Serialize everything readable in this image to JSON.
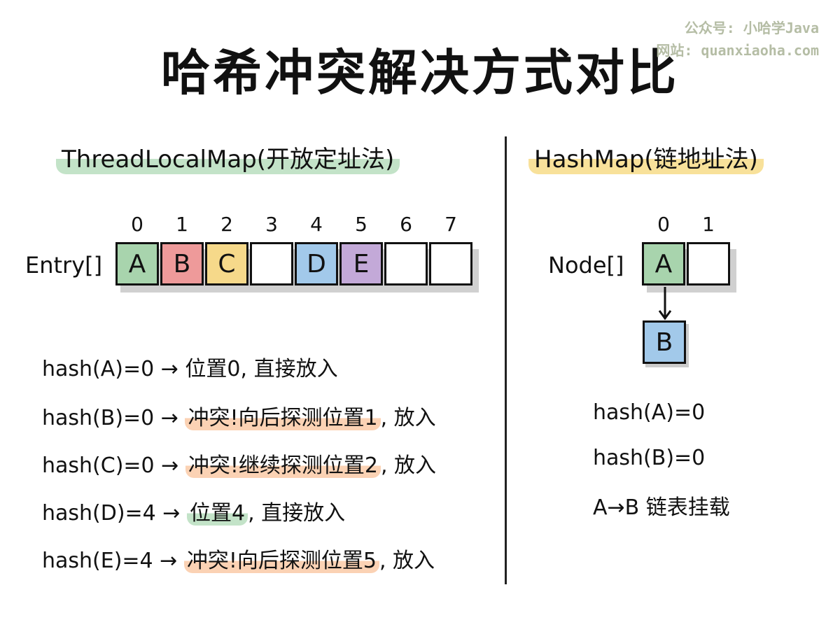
{
  "title": "哈希冲突解决方式对比",
  "watermark": {
    "line1": "公众号: 小哈学Java",
    "line2": "网站: quanxiaoha.com"
  },
  "left": {
    "subtitle": "ThreadLocalMap(开放定址法)",
    "array_label": "Entry[]",
    "indices": [
      "0",
      "1",
      "2",
      "3",
      "4",
      "5",
      "6",
      "7"
    ],
    "cells": [
      {
        "v": "A",
        "color": "#a8d4ad"
      },
      {
        "v": "B",
        "color": "#ee9a9a"
      },
      {
        "v": "C",
        "color": "#f6d98a"
      },
      {
        "v": "",
        "color": "#ffffff"
      },
      {
        "v": "D",
        "color": "#a2c9ea"
      },
      {
        "v": "E",
        "color": "#c3a9d8"
      },
      {
        "v": "",
        "color": "#ffffff"
      },
      {
        "v": "",
        "color": "#ffffff"
      }
    ],
    "lines": [
      {
        "pre": "hash(A)=0 → ",
        "hl": "",
        "post": "位置0, 直接放入",
        "hlcolor": ""
      },
      {
        "pre": "hash(B)=0 → ",
        "hl": "冲突!向后探测位置1",
        "post": ", 放入",
        "hlcolor": "#fbd2b4"
      },
      {
        "pre": "hash(C)=0 → ",
        "hl": "冲突!继续探测位置2",
        "post": ", 放入",
        "hlcolor": "#fbd2b4"
      },
      {
        "pre": "hash(D)=4 → ",
        "hl": "位置4",
        "post": ", 直接放入",
        "hlcolor": "#c3e3c8"
      },
      {
        "pre": "hash(E)=4 → ",
        "hl": "冲突!向后探测位置5",
        "post": ", 放入",
        "hlcolor": "#fbd2b4"
      }
    ]
  },
  "right": {
    "subtitle": "HashMap(链地址法)",
    "array_label": "Node[]",
    "indices": [
      "0",
      "1"
    ],
    "cells": [
      {
        "v": "A",
        "color": "#a8d4ad"
      },
      {
        "v": "",
        "color": "#ffffff"
      }
    ],
    "chain_node": {
      "v": "B",
      "color": "#a2c9ea"
    },
    "lines": [
      "hash(A)=0",
      "hash(B)=0",
      "A→B 链表挂载"
    ]
  }
}
